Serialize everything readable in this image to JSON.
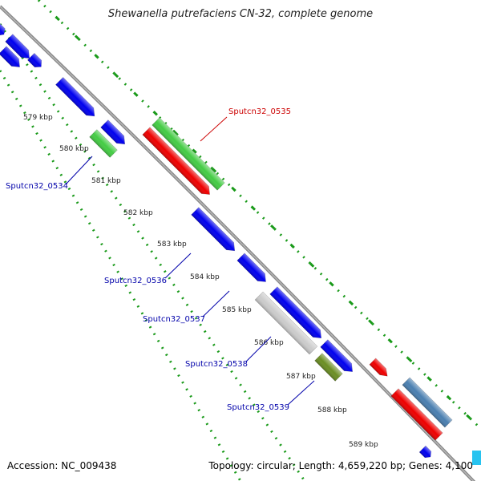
{
  "title": "Shewanella putrefaciens CN-32, complete genome",
  "footer": {
    "accession": "Accession: NC_009438",
    "topology": "Topology: circular; Length: 4,659,220 bp; Genes: 4,100"
  },
  "colors": {
    "forward": "#0000ee",
    "reverse": "#ee0000",
    "green": "#44cc44",
    "olive": "#6b8e23",
    "grey": "#cccccc",
    "steelblue": "#4a7fb0",
    "backbone": "#8a8a8a",
    "dots": "#1a9a1a",
    "label_blue": "#0000aa",
    "label_red": "#cc0000"
  },
  "ticks": [
    {
      "label": "579 kbp"
    },
    {
      "label": "580 kbp"
    },
    {
      "label": "581 kbp"
    },
    {
      "label": "582 kbp"
    },
    {
      "label": "583 kbp"
    },
    {
      "label": "584 kbp"
    },
    {
      "label": "585 kbp"
    },
    {
      "label": "586 kbp"
    },
    {
      "label": "587 kbp"
    },
    {
      "label": "588 kbp"
    },
    {
      "label": "589 kbp"
    }
  ],
  "gene_labels": [
    {
      "text": "Sputcn32_0535",
      "color": "red"
    },
    {
      "text": "Sputcn32_0534",
      "color": "blue"
    },
    {
      "text": "Sputcn32_0536",
      "color": "blue"
    },
    {
      "text": "Sputcn32_0537",
      "color": "blue"
    },
    {
      "text": "Sputcn32_0538",
      "color": "blue"
    },
    {
      "text": "Sputcn32_0539",
      "color": "blue"
    }
  ],
  "genes": [
    {
      "name": "gene-tl1",
      "color": "forward"
    },
    {
      "name": "gene-tl2",
      "color": "forward"
    },
    {
      "name": "gene-tl3",
      "color": "forward"
    },
    {
      "name": "gene-tl4",
      "color": "forward"
    },
    {
      "name": "gene-a",
      "color": "forward"
    },
    {
      "name": "gene-b",
      "color": "forward"
    },
    {
      "name": "gene-0534",
      "color": "green"
    },
    {
      "name": "gene-0535",
      "color": "green"
    },
    {
      "name": "gene-0535-rev",
      "color": "reverse"
    },
    {
      "name": "gene-0536",
      "color": "forward"
    },
    {
      "name": "gene-0537",
      "color": "forward"
    },
    {
      "name": "gene-c",
      "color": "forward"
    },
    {
      "name": "gene-0538",
      "color": "grey"
    },
    {
      "name": "gene-d",
      "color": "forward"
    },
    {
      "name": "gene-0539",
      "color": "olive"
    },
    {
      "name": "gene-e",
      "color": "reverse"
    },
    {
      "name": "gene-f",
      "color": "steelblue"
    },
    {
      "name": "gene-g",
      "color": "reverse"
    },
    {
      "name": "gene-h",
      "color": "forward"
    }
  ]
}
